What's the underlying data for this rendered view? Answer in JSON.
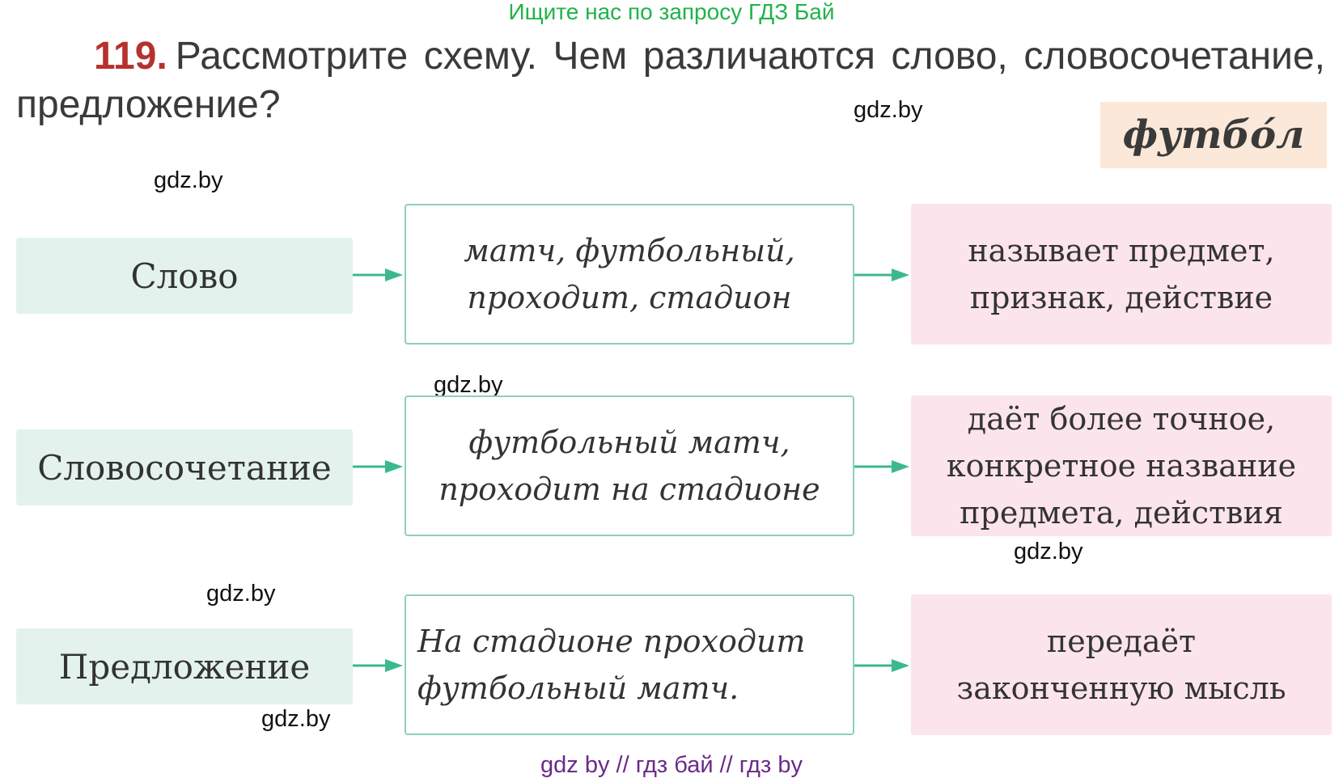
{
  "banner": {
    "text": "Ищите нас по запросу ГДЗ Бай"
  },
  "task": {
    "number": "119.",
    "line1": "Рассмотрите схему. Чем различаются слово, словосочетание,",
    "line2": "предложение?"
  },
  "highlight_word": "футбо́л",
  "watermark": "gdz.by",
  "rows": [
    {
      "label": "Слово",
      "example": "матч, футбольный,\nпроходит, стадион",
      "meaning": "называет предмет,\nпризнак, действие"
    },
    {
      "label": "Словосочетание",
      "example": "футбольный матч,\nпроходит на стадионе",
      "meaning": "даёт более точное,\nконкретное название\nпредмета, действия"
    },
    {
      "label": "Предложение",
      "example": "На стадионе проходит\nфутбольный матч.",
      "meaning": "передаёт\nзаконченную мысль"
    }
  ],
  "colors": {
    "task_number": "#b5322e",
    "banner": "#21b34b",
    "left_box": "#e3f2ec",
    "mid_border": "#8fd0b5",
    "right_box": "#fbe4ec",
    "word_box": "#fbe8d8",
    "arrow": "#3cb890",
    "footer": "#6a2a8a"
  },
  "footer": {
    "text": "gdz by  //  гдз бай  //  гдз by"
  }
}
